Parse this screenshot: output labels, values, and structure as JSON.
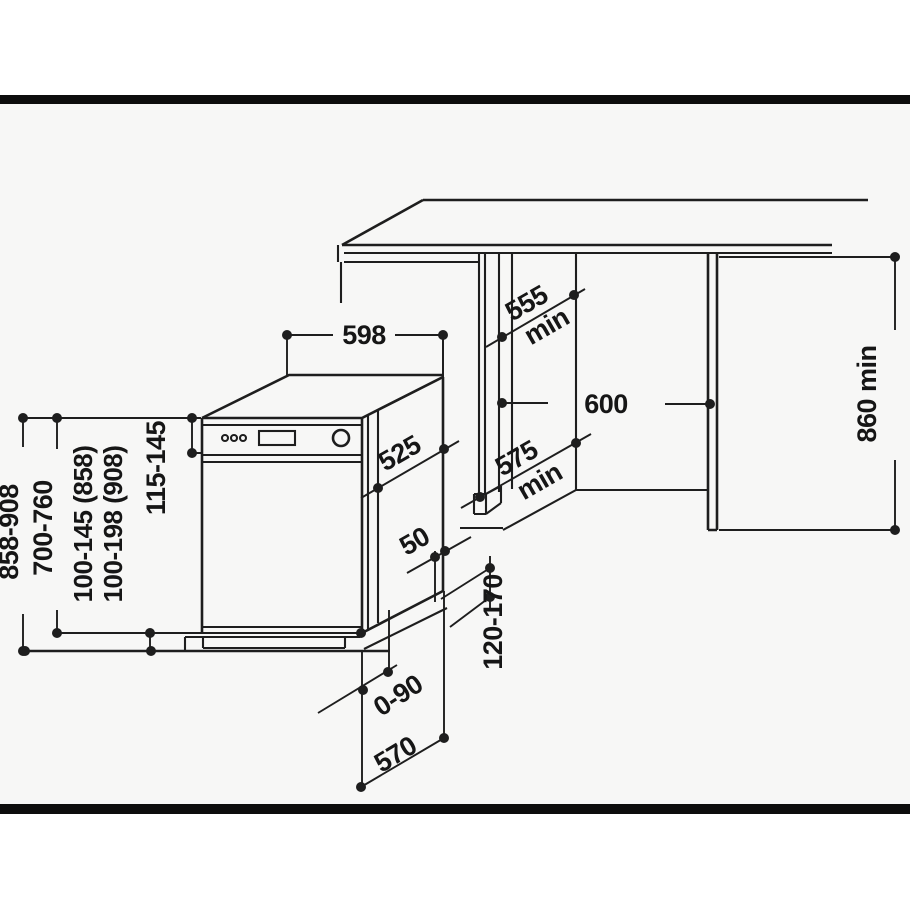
{
  "figure": {
    "colors": {
      "line": "#1e1e1e",
      "frame_bar": "#0d0d0d",
      "canvas": "#f7f7f6",
      "page": "#ffffff"
    },
    "dimensions": {
      "d598": "598",
      "d555": "555",
      "d555_min": "min",
      "d600": "600",
      "d575": "575",
      "d575_min": "min",
      "d860_min": "860 min",
      "d525": "525",
      "d50": "50",
      "d120_170": "120-170",
      "d0_90": "0-90",
      "d570": "570",
      "d115_145": "115-145",
      "d700_760": "700-760",
      "d858_908": "858-908",
      "d100_145_858": "100-145 (858)",
      "d100_198_908": "100-198 (908)"
    }
  }
}
